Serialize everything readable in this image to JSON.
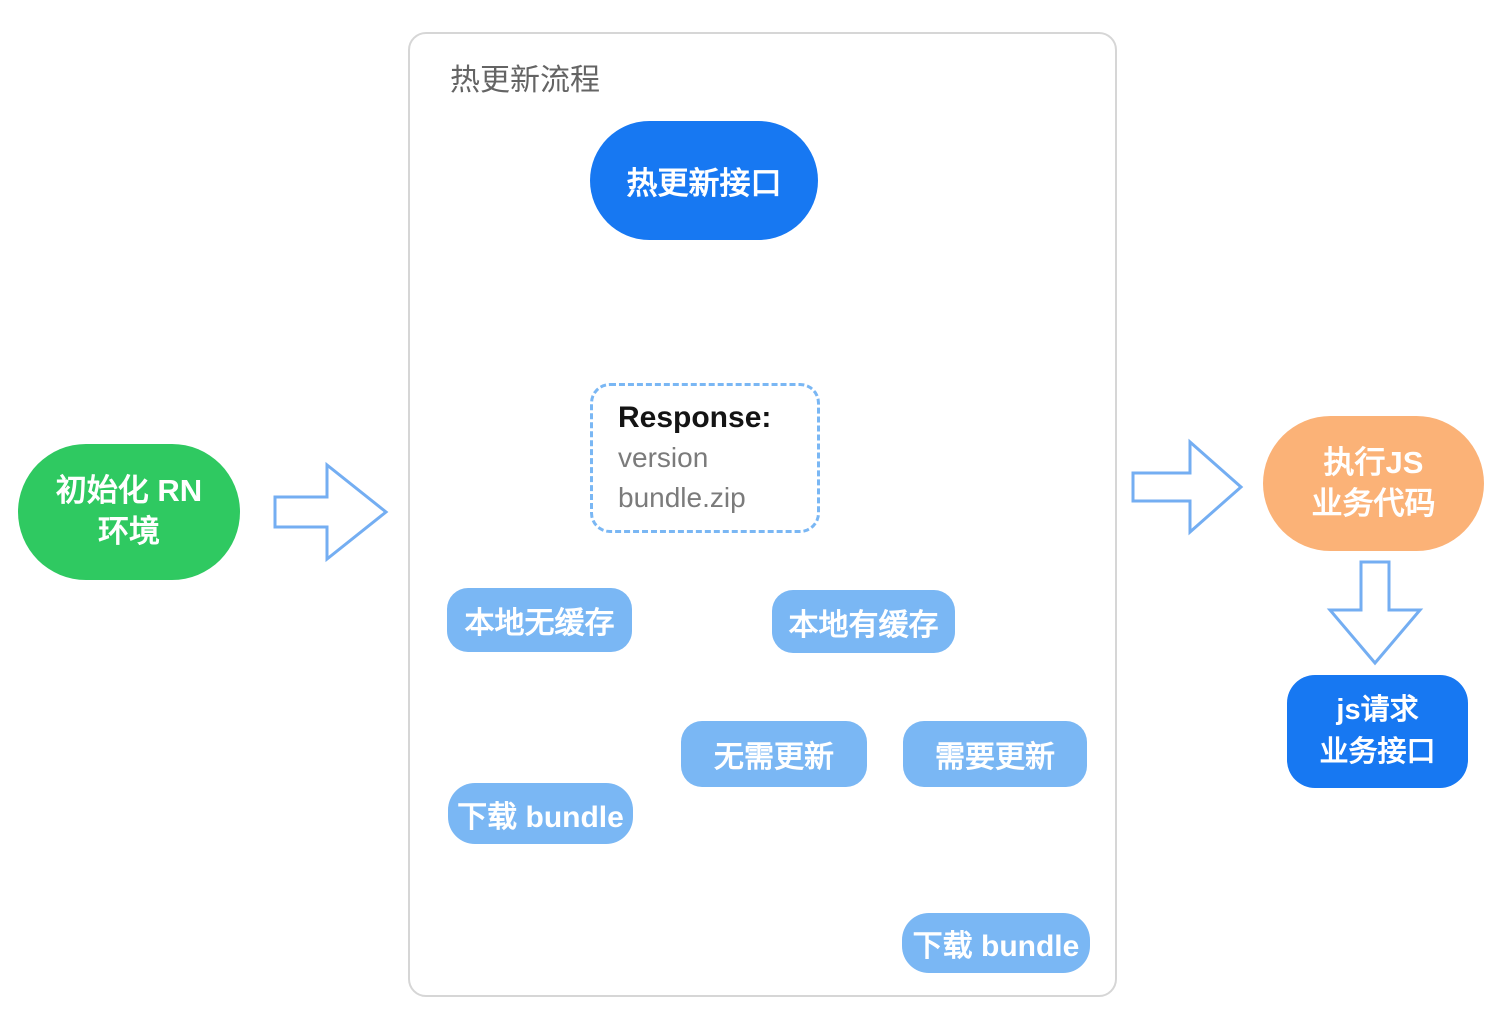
{
  "diagram": {
    "container_title": "热更新流程",
    "nodes": {
      "init_rn": {
        "line1": "初始化 RN",
        "line2": "环境"
      },
      "hot_update_api": {
        "label": "热更新接口"
      },
      "response": {
        "title": "Response:",
        "line1": "version",
        "line2": "bundle.zip"
      },
      "no_local_cache": {
        "label": "本地无缓存"
      },
      "has_local_cache": {
        "label": "本地有缓存"
      },
      "no_update_needed": {
        "label": "无需更新"
      },
      "update_needed": {
        "label": "需要更新"
      },
      "download_bundle_left": {
        "label": "下载 bundle"
      },
      "download_bundle_right": {
        "label": "下载 bundle"
      },
      "execute_js": {
        "line1": "执行JS",
        "line2": "业务代码"
      },
      "js_request": {
        "line1": "js请求",
        "line2": "业务接口"
      }
    },
    "colors": {
      "primary_blue": "#1778f2",
      "light_blue": "#7ab7f4",
      "green": "#2fc961",
      "orange": "#fbb277",
      "arrow_stroke": "#74aef2",
      "title_gray": "#646464",
      "border_gray": "#d6d6d6",
      "muted_text": "#7b7b7b",
      "dark_text": "#141414"
    }
  }
}
